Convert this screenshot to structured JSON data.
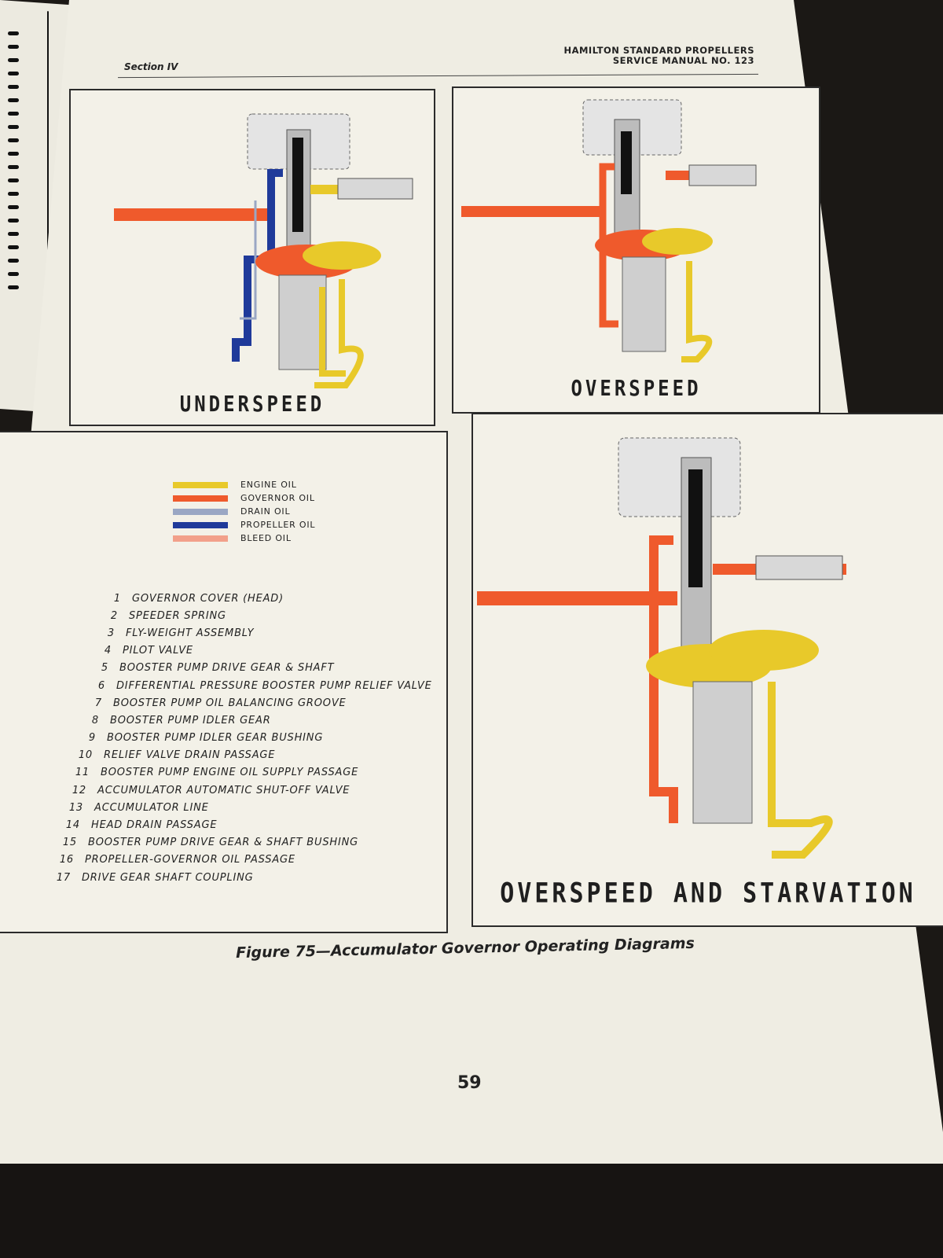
{
  "header": {
    "section": "Section IV",
    "manual_line1": "HAMILTON STANDARD PROPELLERS",
    "manual_line2": "SERVICE MANUAL NO. 123"
  },
  "diagrams": {
    "underspeed": "UNDERSPEED",
    "overspeed": "OVERSPEED",
    "overspeed_starvation": "OVERSPEED AND STARVATION"
  },
  "legend": [
    {
      "label": "ENGINE OIL",
      "color": "#e8c92a"
    },
    {
      "label": "GOVERNOR OIL",
      "color": "#ef5a2c"
    },
    {
      "label": "DRAIN OIL",
      "color": "#9aa7c4"
    },
    {
      "label": "PROPELLER OIL",
      "color": "#1f3a9a"
    },
    {
      "label": "BLEED OIL",
      "color": "#f2a08a"
    }
  ],
  "parts": [
    {
      "num": "1",
      "label": "GOVERNOR COVER (HEAD)"
    },
    {
      "num": "2",
      "label": "SPEEDER SPRING"
    },
    {
      "num": "3",
      "label": "FLY-WEIGHT ASSEMBLY"
    },
    {
      "num": "4",
      "label": "PILOT VALVE"
    },
    {
      "num": "5",
      "label": "BOOSTER PUMP DRIVE GEAR & SHAFT"
    },
    {
      "num": "6",
      "label": "DIFFERENTIAL PRESSURE BOOSTER PUMP RELIEF VALVE"
    },
    {
      "num": "7",
      "label": "BOOSTER PUMP OIL BALANCING GROOVE"
    },
    {
      "num": "8",
      "label": "BOOSTER PUMP IDLER GEAR"
    },
    {
      "num": "9",
      "label": "BOOSTER PUMP IDLER GEAR BUSHING"
    },
    {
      "num": "10",
      "label": "RELIEF VALVE DRAIN PASSAGE"
    },
    {
      "num": "11",
      "label": "BOOSTER PUMP ENGINE OIL SUPPLY PASSAGE"
    },
    {
      "num": "12",
      "label": "ACCUMULATOR AUTOMATIC SHUT-OFF VALVE"
    },
    {
      "num": "13",
      "label": "ACCUMULATOR LINE"
    },
    {
      "num": "14",
      "label": "HEAD DRAIN PASSAGE"
    },
    {
      "num": "15",
      "label": "BOOSTER PUMP DRIVE GEAR & SHAFT BUSHING"
    },
    {
      "num": "16",
      "label": "PROPELLER-GOVERNOR OIL PASSAGE"
    },
    {
      "num": "17",
      "label": "DRIVE GEAR SHAFT COUPLING"
    }
  ],
  "caption": "Figure 75—Accumulator Governor Operating Diagrams",
  "page_number": "59"
}
